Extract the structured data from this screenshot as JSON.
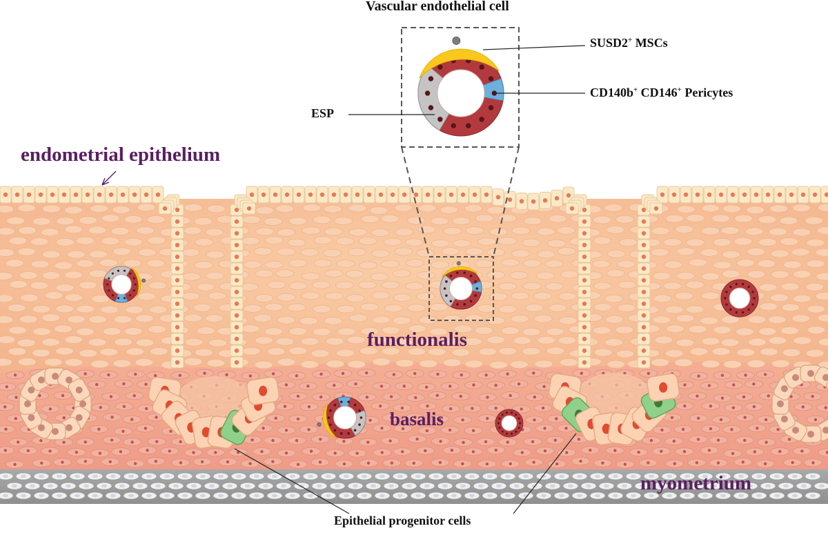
{
  "labels": {
    "vascular_endothelial_cell": "Vascular endothelial cell",
    "susd2_prefix": "SUSD2",
    "susd2_sup": "+",
    "susd2_suffix": " MSCs",
    "cd140b_prefix": "CD140b",
    "cd140b_sup": "+",
    "cd146_prefix": " CD146",
    "cd146_sup": "+",
    "pericytes_suffix": " Pericytes",
    "esp": "ESP",
    "endometrial_epithelium": "endometrial epithelium",
    "functionalis": "functionalis",
    "basalis": "basalis",
    "myometrium": "myometrium",
    "epithelial_progenitor_cells": "Epithelial progenitor cells"
  },
  "colors": {
    "epithelium": "#fbe8c6",
    "functionalis": "#f7c39a",
    "basalis": "#f1a08c",
    "myometrium": "#bdbdbd",
    "vessel_red": "#b23a3e",
    "esp_grey": "#c4c4c4",
    "pericyte_blue": "#6cb0de",
    "msc_yellow": "#f8c81c",
    "progenitor_green": "#8fd08a",
    "label_purple": "#5a1f63"
  }
}
